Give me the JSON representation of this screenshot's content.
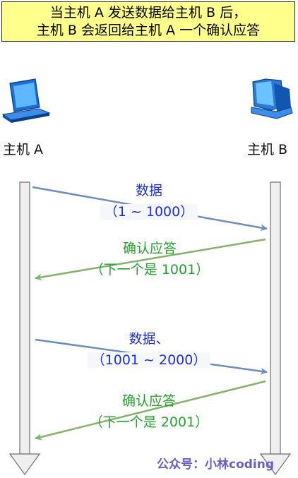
{
  "title": {
    "line1": "当主机 A 发送数据给主机 B 后，",
    "line2": "主机 B 会返回给主机 A 一个确认应答"
  },
  "hosts": {
    "a": {
      "label": "主机 A",
      "icon": "laptop-icon"
    },
    "b": {
      "label": "主机 B",
      "icon": "desktop-computer-icon"
    }
  },
  "messages": [
    {
      "type": "data",
      "line1": "数据",
      "line2": "（1 ~ 1000）"
    },
    {
      "type": "ack",
      "line1": "确认应答",
      "line2": "（下一个是 1001）"
    },
    {
      "type": "data",
      "line1": "数据、",
      "line2": "（1001 ~ 2000）"
    },
    {
      "type": "ack",
      "line1": "确认应答",
      "line2": "（下一个是 2001）"
    }
  ],
  "watermark": "公众号：小林coding",
  "colors": {
    "title_bg": "#ffff8c",
    "data_arrow": "#6c8ebf",
    "data_text": "#1b2fd6",
    "ack_arrow": "#82b366",
    "ack_text": "#21a32b",
    "timeline": "#d9d9d9"
  }
}
